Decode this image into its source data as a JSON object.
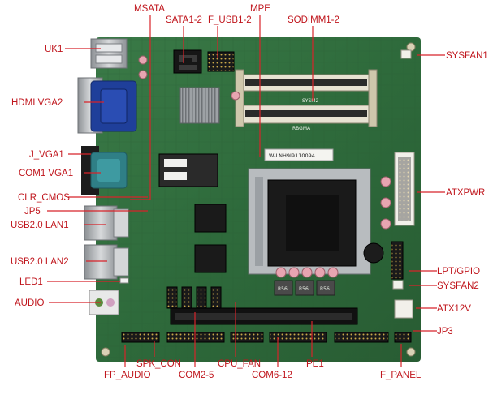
{
  "labels": {
    "msata": "MSATA",
    "sata": "SATA1-2",
    "fusb": "F_USB1-2",
    "mpe": "MPE",
    "sodimm": "SODIMM1-2",
    "uk1": "UK1",
    "sysfan1": "SYSFAN1",
    "hdmi_vga2": "HDMI VGA2",
    "j_vga1": "J_VGA1",
    "com1_vga1": "COM1 VGA1",
    "clr_cmos": "CLR_CMOS",
    "atxpwr": "ATXPWR",
    "jp5": "JP5",
    "usb_lan1": "USB2.0 LAN1",
    "usb_lan2": "USB2.0 LAN2",
    "lpt_gpio": "LPT/GPIO",
    "sysfan2": "SYSFAN2",
    "led1": "LED1",
    "audio": "AUDIO",
    "atx12v": "ATX12V",
    "jp3": "JP3",
    "spk_con": "SPK_CON",
    "cpu_fan": "CPU_FAN",
    "pe1": "PE1",
    "fp_audio": "FP_AUDIO",
    "com2_5": "COM2-5",
    "com6_12": "COM6-12",
    "f_panel": "F_PANEL"
  },
  "board_markings": {
    "serial": "W-LNH9I9110094",
    "sodimm_top": "SYSM2",
    "sodimm_bottom": "RBGMA",
    "inductor_1": "R56",
    "inductor_2": "R56",
    "inductor_3": "R56"
  },
  "colors": {
    "label": "#c0161d",
    "leader": "#d8232a",
    "pcb": "#2f6b3c",
    "vga_connector": "#1f3f9a",
    "com_connector": "#2f7f86"
  }
}
